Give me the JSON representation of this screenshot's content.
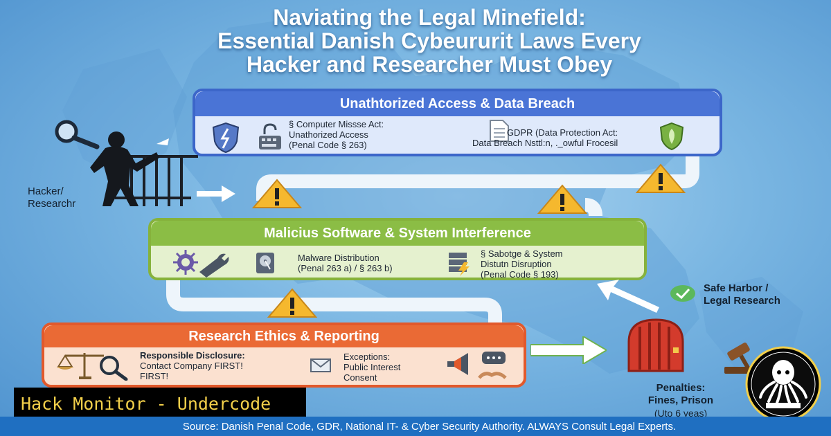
{
  "title": {
    "line1": "Naviating the Legal Minefield:",
    "line2": "Essential Danish Cybeururit Laws Every",
    "line3": "Hacker and Researcher Must Obey"
  },
  "hacker_label": [
    "Hacker/",
    "Researchr"
  ],
  "panels": {
    "access": {
      "heading": "Unathtorized Access & Data Breach",
      "left_item": [
        "§ Computer Missse Act:",
        "Unathorized Access",
        "(Penal Code § 263)"
      ],
      "right_item": [
        "GDPR (Data Protection Act:",
        "Data Breach Nsttl:n, ._owful Frocesil"
      ]
    },
    "malware": {
      "heading": "Malicius Software & System Interference",
      "left_item": [
        "Malware Distribution",
        "(Penal 263 a) / § 263 b)"
      ],
      "right_item": [
        "§ Sabotge & System",
        "Distutn Disruption",
        "(Penal Code §  193)"
      ]
    },
    "ethics": {
      "heading": "Research Ethics & Reporting",
      "left_item": [
        "Responsible Disclosure:",
        "Contact Company FIRST!",
        "FIRST!"
      ],
      "right_item": [
        "Exceptions:",
        "Public Interest",
        "Consent"
      ]
    }
  },
  "safe_harbor": [
    "Safe Harbor /",
    "Legal Research"
  ],
  "penalties": [
    "Penalties:",
    "Fines, Prison",
    "(Uto 6 yeas)"
  ],
  "watermark": "Hack Monitor - Undercode",
  "footer": "Source: Danish Penal Code, GDR, National IT- & Cyber Security Authority. ALWAYS Consult Legal Experts.",
  "colors": {
    "access": "#4a74d6",
    "malware": "#8bbd45",
    "ethics": "#ea6a35",
    "warning": "#f5b82e",
    "footer": "#1f6fc1"
  }
}
